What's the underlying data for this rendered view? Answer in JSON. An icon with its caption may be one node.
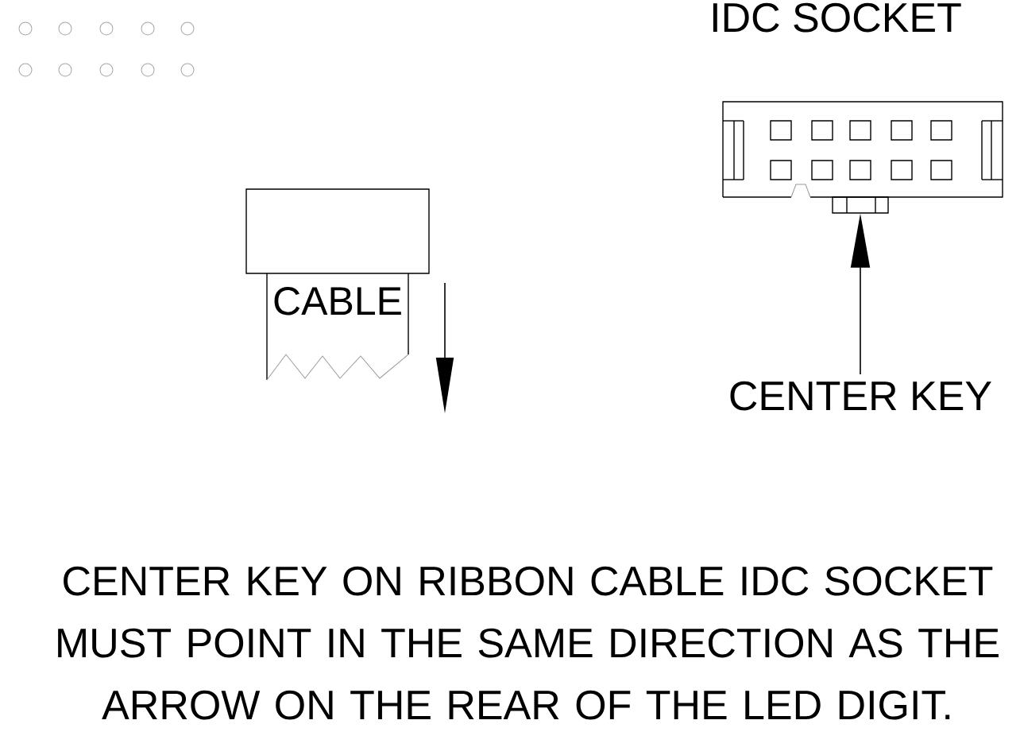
{
  "diagram": {
    "nodes": [
      {
        "text": [],
        "shape": "box"
      },
      {
        "text": [
          "CABLE"
        ]
      },
      {
        "text": [],
        "shape": "box"
      },
      {
        "text": [
          "CENTER KEY"
        ]
      }
    ],
    "edges": [
      {
        "from": 3,
        "to": 2,
        "arrow": "to"
      }
    ],
    "labels": [
      "IDC SOCKET"
    ],
    "caption": "CENTER KEY ON RIBBON CABLE IDC SOCKET MUST POINT IN THE SAME DIRECTION AS THE ARROW ON THE REAR OF THE LED DIGIT."
  }
}
